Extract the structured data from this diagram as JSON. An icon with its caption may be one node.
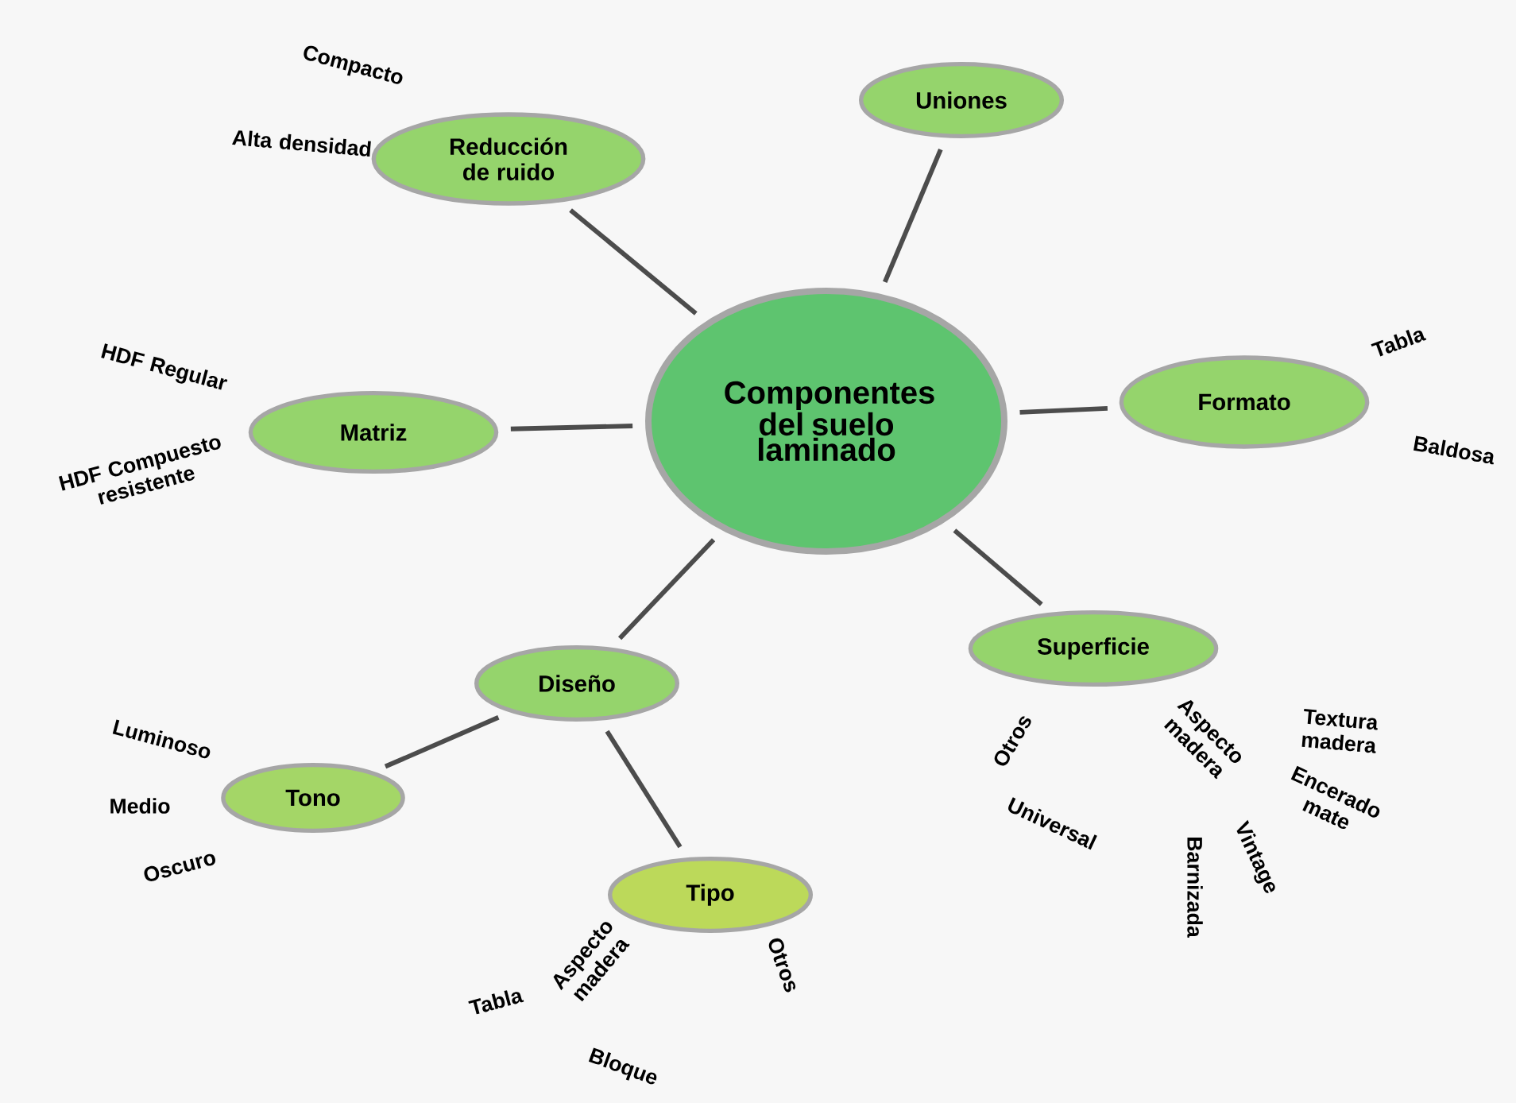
{
  "diagram": {
    "nodes": [
      {
        "text": [
          "Componentes del suelo laminado"
        ]
      },
      {
        "text": [
          "Reducción de ruido"
        ],
        "beside": [
          "Compacto",
          "Alta densidad"
        ]
      },
      {
        "text": [
          "Uniones"
        ]
      },
      {
        "text": [
          "Matriz"
        ],
        "beside": [
          "HDF Regular",
          "HDF Compuesto resistente"
        ]
      },
      {
        "text": [
          "Formato"
        ],
        "beside": [
          "Tabla",
          "Baldosa"
        ]
      },
      {
        "text": [
          "Diseño"
        ]
      },
      {
        "text": [
          "Superficie"
        ],
        "beside": [
          "Otros",
          "Universal",
          "Aspecto madera",
          "Textura madera",
          "Encerado mate",
          "Barnizada",
          "Vintage"
        ]
      },
      {
        "text": [
          "Tono"
        ],
        "beside": [
          "Luminoso",
          "Medio",
          "Oscuro"
        ]
      },
      {
        "text": [
          "Tipo"
        ],
        "beside": [
          "Tabla",
          "Aspecto madera",
          "Otros",
          "Bloque"
        ]
      }
    ],
    "edges": [
      {
        "from": 0,
        "to": 1,
        "arrow": "none"
      },
      {
        "from": 0,
        "to": 2,
        "arrow": "none"
      },
      {
        "from": 0,
        "to": 3,
        "arrow": "none"
      },
      {
        "from": 0,
        "to": 4,
        "arrow": "none"
      },
      {
        "from": 0,
        "to": 5,
        "arrow": "none"
      },
      {
        "from": 0,
        "to": 6,
        "arrow": "none"
      },
      {
        "from": 5,
        "to": 7,
        "arrow": "none"
      },
      {
        "from": 5,
        "to": 8,
        "arrow": "none"
      }
    ]
  }
}
